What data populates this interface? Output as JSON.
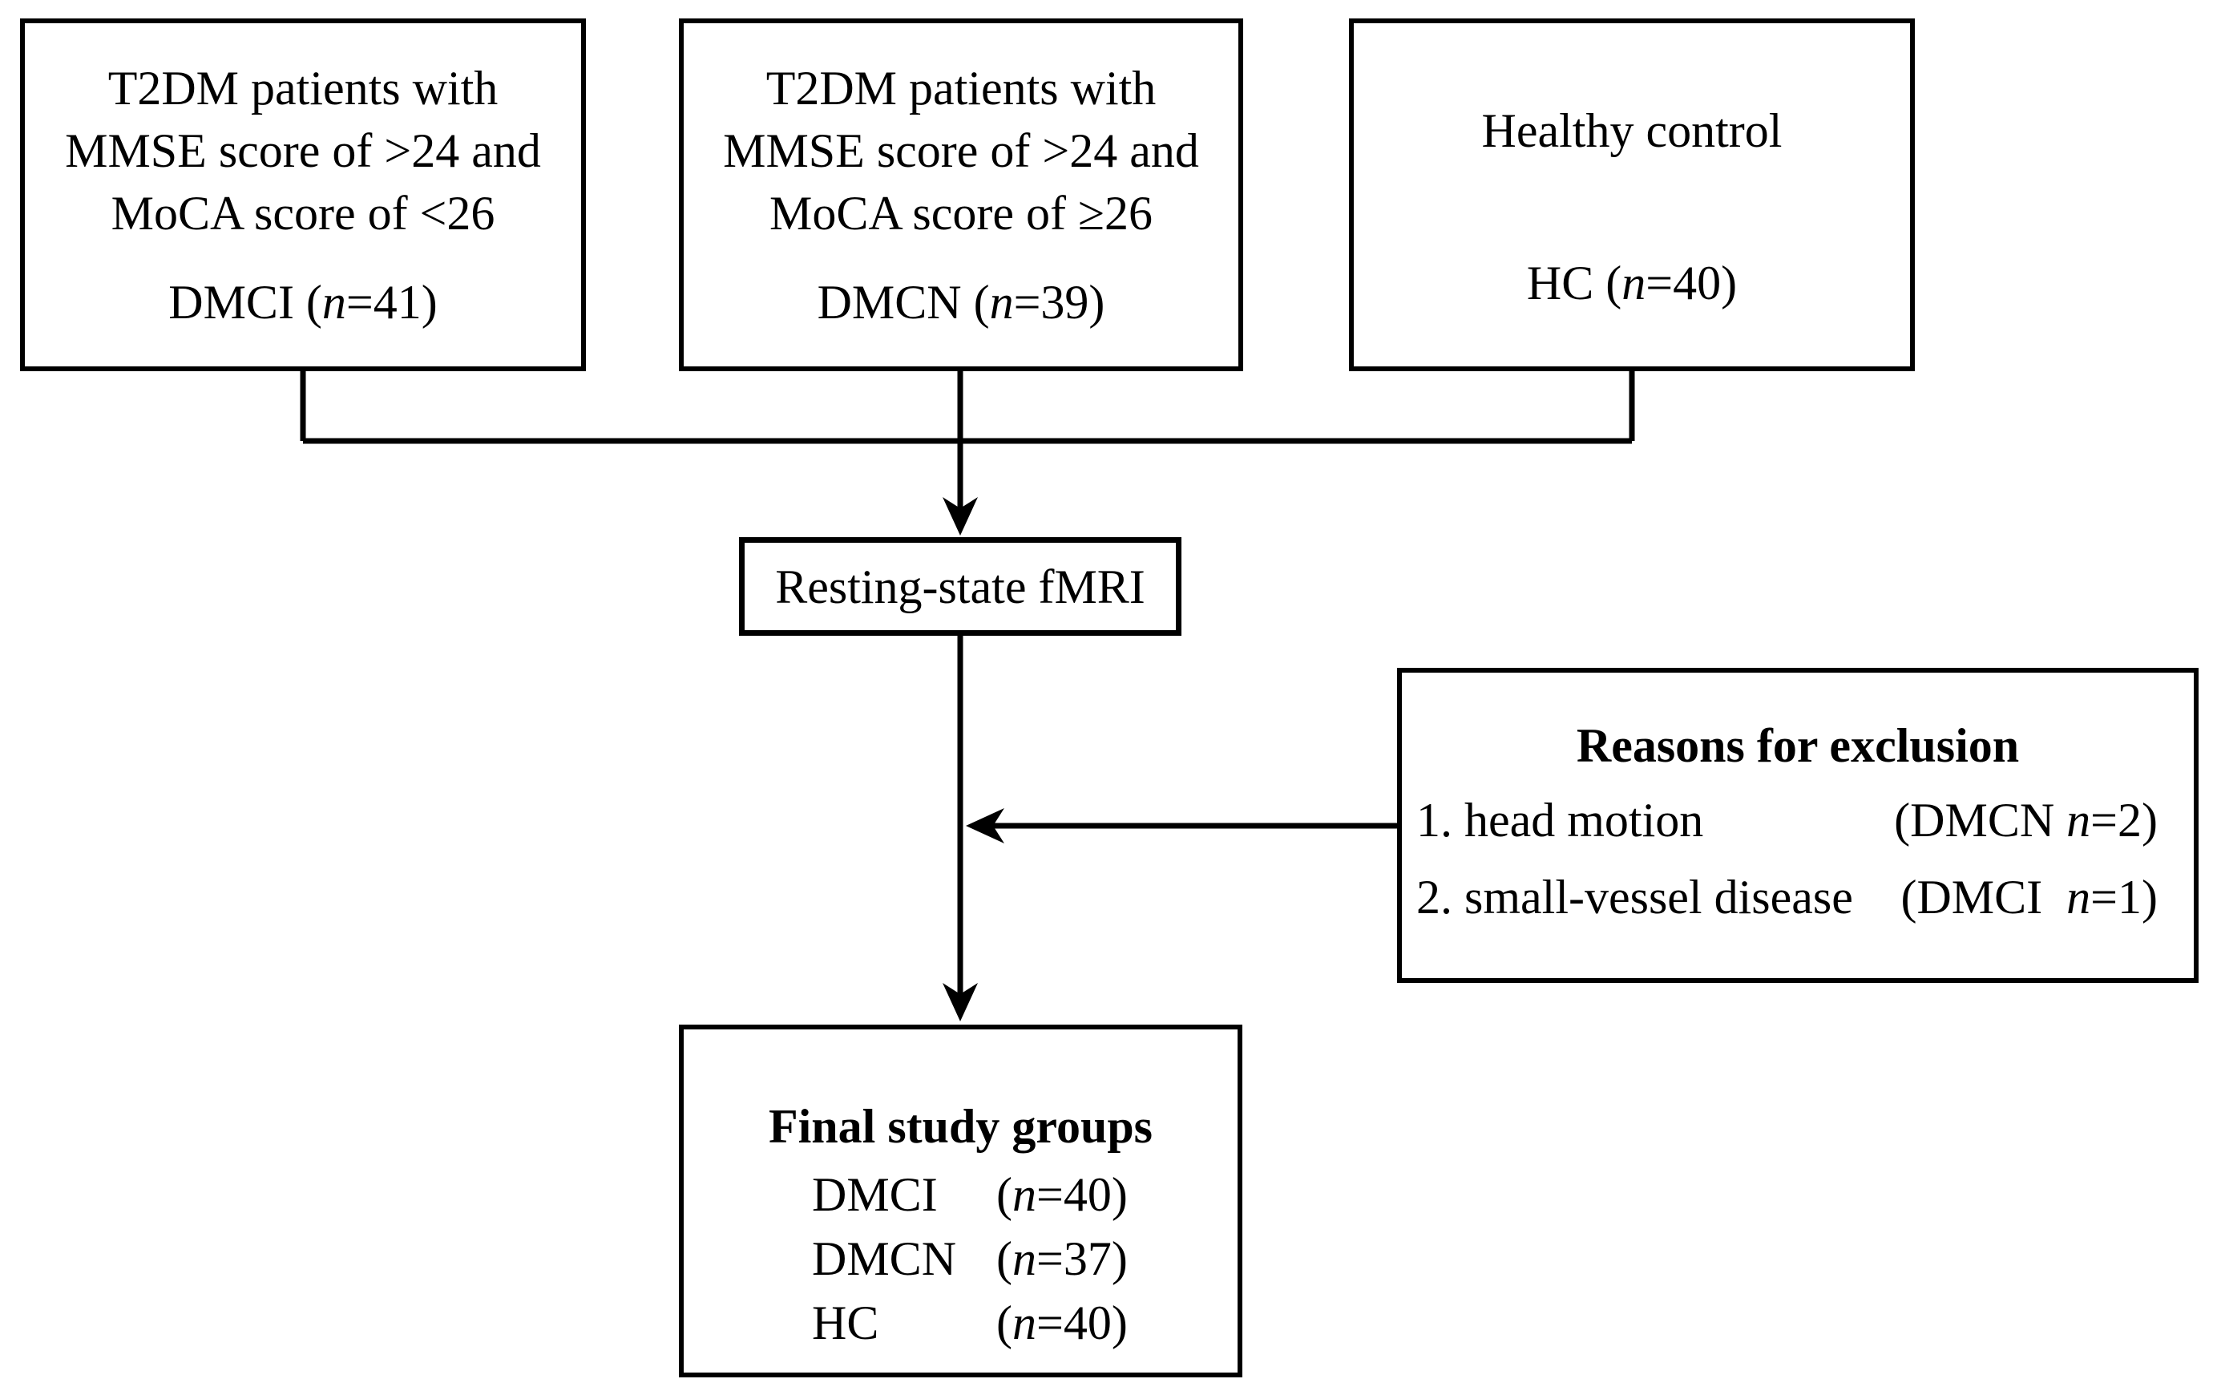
{
  "figure": {
    "type": "study-flowchart",
    "background_color": "#ffffff",
    "line_color": "#000000"
  },
  "boxes": {
    "dmci": {
      "lines": [
        "T2DM patients with",
        "MMSE score of >24 and",
        "MoCA score of <26"
      ],
      "label": "DMCI (n=41)"
    },
    "dmcn": {
      "lines": [
        "T2DM patients with",
        "MMSE score of >24 and",
        "MoCA score of ≥26"
      ],
      "label": "DMCN (n=39)"
    },
    "hc": {
      "title": "Healthy control",
      "label": "HC (n=40)"
    },
    "fmri": {
      "label": "Resting-state fMRI"
    },
    "exclusion": {
      "title": "Reasons for exclusion",
      "items": [
        {
          "reason": "1. head motion",
          "detail": "(DMCN n=2)"
        },
        {
          "reason": "2. small-vessel disease",
          "detail": "(DMCI  n=1)"
        }
      ]
    },
    "final": {
      "title": "Final study groups",
      "rows": [
        {
          "group": "DMCI",
          "count": "(n=40)"
        },
        {
          "group": "DMCN",
          "count": "(n=37)"
        },
        {
          "group": "HC",
          "count": "(n=40)"
        }
      ]
    }
  }
}
